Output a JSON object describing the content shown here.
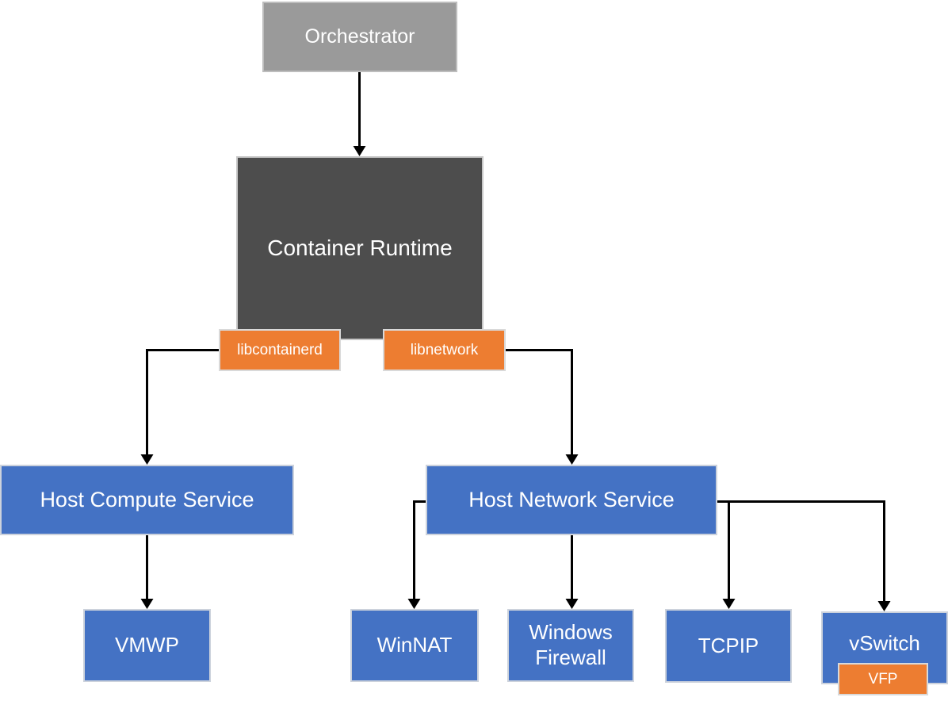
{
  "diagram": {
    "kind": "architecture-flowchart",
    "background": "#ffffff",
    "colors": {
      "gray": "#9a9a9a",
      "dark_gray": "#4d4d4d",
      "blue": "#4472c4",
      "orange": "#ed7d31",
      "connector": "#000000",
      "text": "#ffffff"
    },
    "nodes": {
      "orchestrator": {
        "label": "Orchestrator",
        "fill": "#9a9a9a"
      },
      "container_runtime": {
        "label": "Container Runtime",
        "fill": "#4d4d4d"
      },
      "libcontainerd": {
        "label": "libcontainerd",
        "fill": "#ed7d31"
      },
      "libnetwork": {
        "label": "libnetwork",
        "fill": "#ed7d31"
      },
      "host_compute_service": {
        "label": "Host Compute Service",
        "fill": "#4472c4"
      },
      "host_network_service": {
        "label": "Host Network Service",
        "fill": "#4472c4"
      },
      "vmwp": {
        "label": "VMWP",
        "fill": "#4472c4"
      },
      "winnat": {
        "label": "WinNAT",
        "fill": "#4472c4"
      },
      "windows_firewall": {
        "label": "Windows Firewall",
        "fill": "#4472c4"
      },
      "tcpip": {
        "label": "TCPIP",
        "fill": "#4472c4"
      },
      "vswitch": {
        "label": "vSwitch",
        "fill": "#4472c4"
      },
      "vfp": {
        "label": "VFP",
        "fill": "#ed7d31"
      }
    },
    "edges": [
      {
        "from": "orchestrator",
        "to": "container_runtime"
      },
      {
        "from": "libcontainerd",
        "to": "host_compute_service"
      },
      {
        "from": "libnetwork",
        "to": "host_network_service"
      },
      {
        "from": "host_compute_service",
        "to": "vmwp"
      },
      {
        "from": "host_network_service",
        "to": "winnat"
      },
      {
        "from": "host_network_service",
        "to": "windows_firewall"
      },
      {
        "from": "host_network_service",
        "to": "tcpip"
      },
      {
        "from": "host_network_service",
        "to": "vswitch"
      }
    ]
  }
}
